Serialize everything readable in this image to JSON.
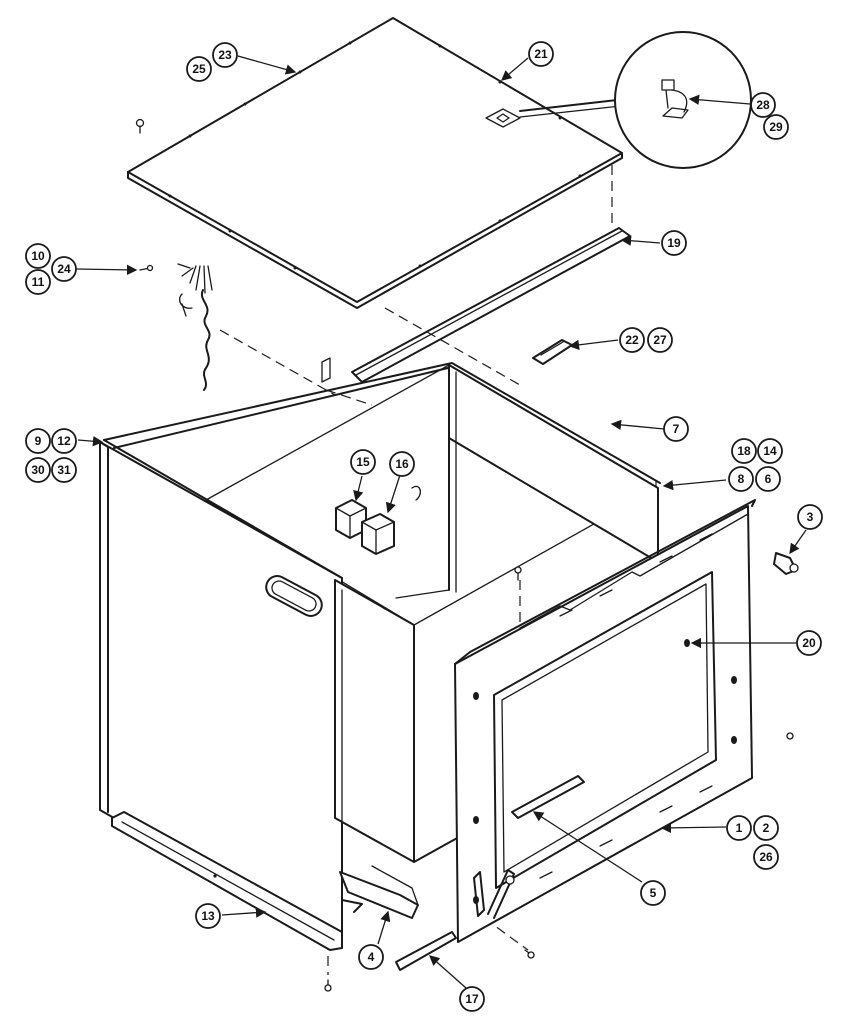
{
  "callouts": {
    "c1": "1",
    "c2": "2",
    "c3": "3",
    "c4": "4",
    "c5": "5",
    "c6": "6",
    "c7": "7",
    "c8": "8",
    "c9": "9",
    "c10": "10",
    "c11": "11",
    "c12": "12",
    "c13": "13",
    "c14": "14",
    "c15": "15",
    "c16": "16",
    "c17": "17",
    "c18": "18",
    "c19": "19",
    "c20": "20",
    "c21": "21",
    "c22": "22",
    "c23": "23",
    "c24": "24",
    "c25": "25",
    "c26": "26",
    "c27": "27",
    "c28": "28",
    "c29": "29",
    "c30": "30",
    "c31": "31"
  },
  "colors": {
    "line": "#1a1a1a",
    "background": "#ffffff"
  }
}
